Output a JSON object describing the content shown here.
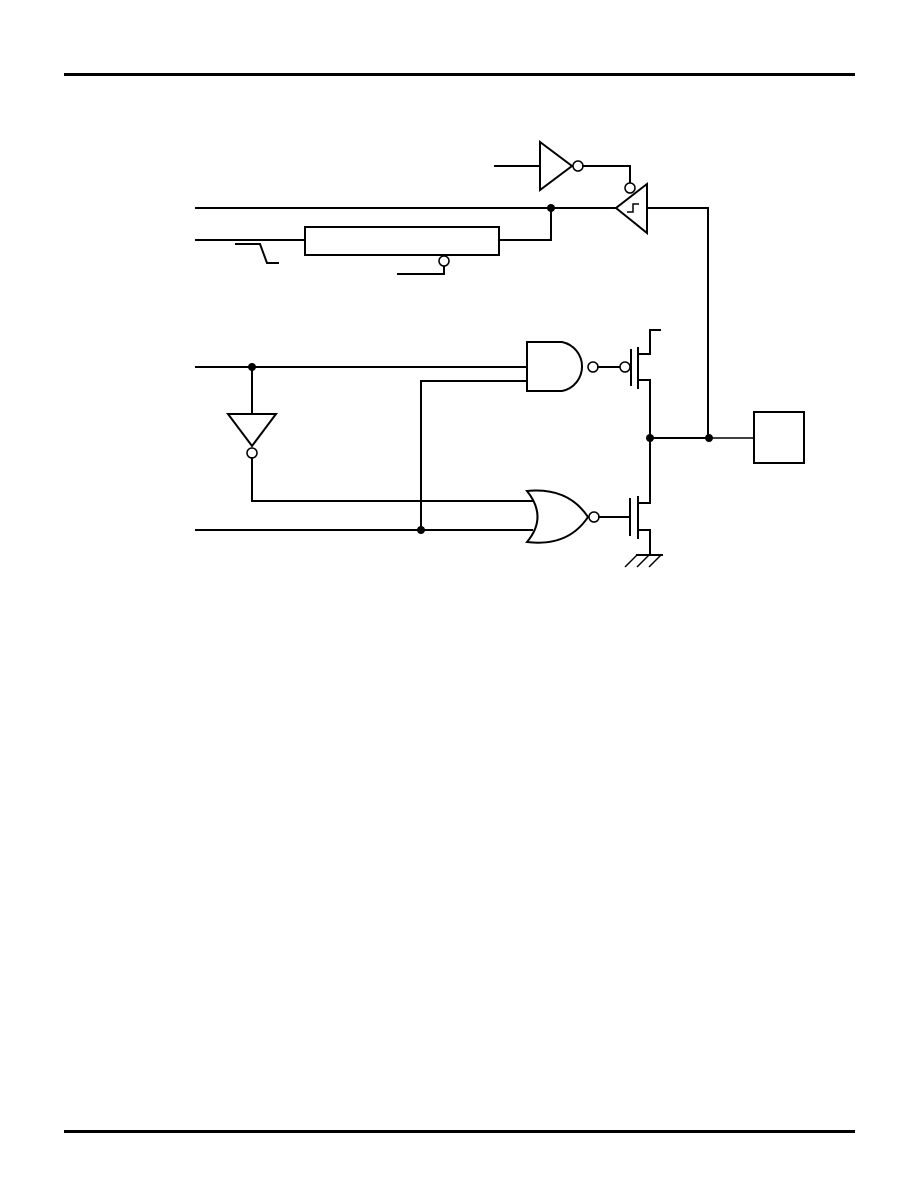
{
  "diagram": {
    "kind": "i/o-port-pin-schematic",
    "components": [
      "control-inverter-icon",
      "schmitt-trigger-input-buffer-icon",
      "latch-block",
      "nand-gate-icon",
      "nor-gate-icon",
      "inverter-icon",
      "pmos-transistor-icon",
      "nmos-transistor-icon",
      "ground-icon",
      "output-pin-box"
    ],
    "colors": {
      "line": "#000000",
      "background": "#ffffff"
    }
  }
}
